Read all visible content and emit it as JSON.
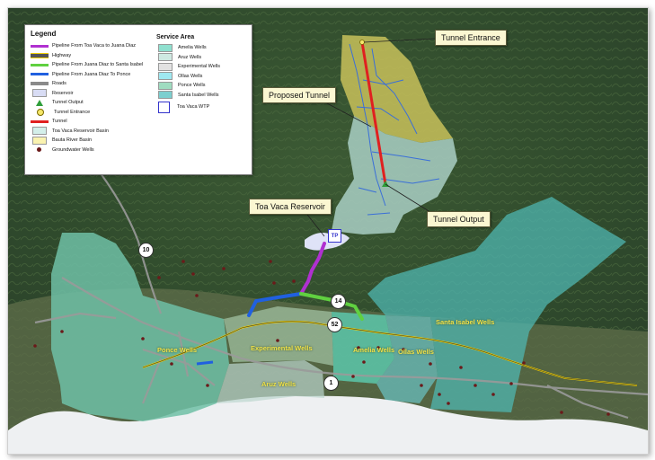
{
  "legend": {
    "title": "Legend",
    "items": [
      {
        "label": "Pipeline From Toa Vaca to Juana Diaz",
        "color": "#b030d0"
      },
      {
        "label": "Highway",
        "color": "#f0d000"
      },
      {
        "label": "Pipeline From Juana Diaz to Santa Isabel",
        "color": "#60d040"
      },
      {
        "label": "Pipeline From Juana Diaz To Ponce",
        "color": "#2060e0"
      },
      {
        "label": "Roads",
        "color": "#8a8a8a"
      },
      {
        "label": "Reservoir",
        "color": "#d8dcf4"
      },
      {
        "label": "Tunnel Output",
        "color": "#2e9e3a"
      },
      {
        "label": "Tunnel Entrance",
        "color": "#f5e76a"
      },
      {
        "label": "Tunnel",
        "color": "#e02020"
      },
      {
        "label": "Toa Vaca Reservoir Basin",
        "color": "#d4efea"
      },
      {
        "label": "Bauta River Basin",
        "color": "#faf3b0"
      },
      {
        "label": "Groundwater Wells",
        "color": "#6b1a1a"
      }
    ],
    "service_area": {
      "title": "Service Area",
      "items": [
        {
          "label": "Amelia Wells",
          "color": "#8fe0cf"
        },
        {
          "label": "Aruz Wells",
          "color": "#cfe9e2"
        },
        {
          "label": "Experimental Wells",
          "color": "#e2e2e2"
        },
        {
          "label": "Ollas Wells",
          "color": "#9fe8f0"
        },
        {
          "label": "Ponce Wells",
          "color": "#9fdcc0"
        },
        {
          "label": "Santa Isabel Wells",
          "color": "#7ccfcf"
        },
        {
          "label": "Toa Vaca WTP",
          "color": "#3333cc"
        }
      ]
    }
  },
  "callouts": {
    "tunnel_entrance": "Tunnel Entrance",
    "proposed_tunnel": "Proposed Tunnel",
    "tunnel_output": "Tunnel Output",
    "toa_vaca_reservoir": "Toa Vaca Reservoir"
  },
  "places": {
    "ponce": "Ponce Wells",
    "experimental": "Experimental Wells",
    "amelia": "Amelia Wells",
    "ollas": "Ollas Wells",
    "aruz": "Aruz Wells",
    "santa_isabel": "Santa Isabel Wells"
  },
  "routes": {
    "r10": "10",
    "r14": "14",
    "r52": "52",
    "r1": "1"
  },
  "wtp_label": "TP"
}
